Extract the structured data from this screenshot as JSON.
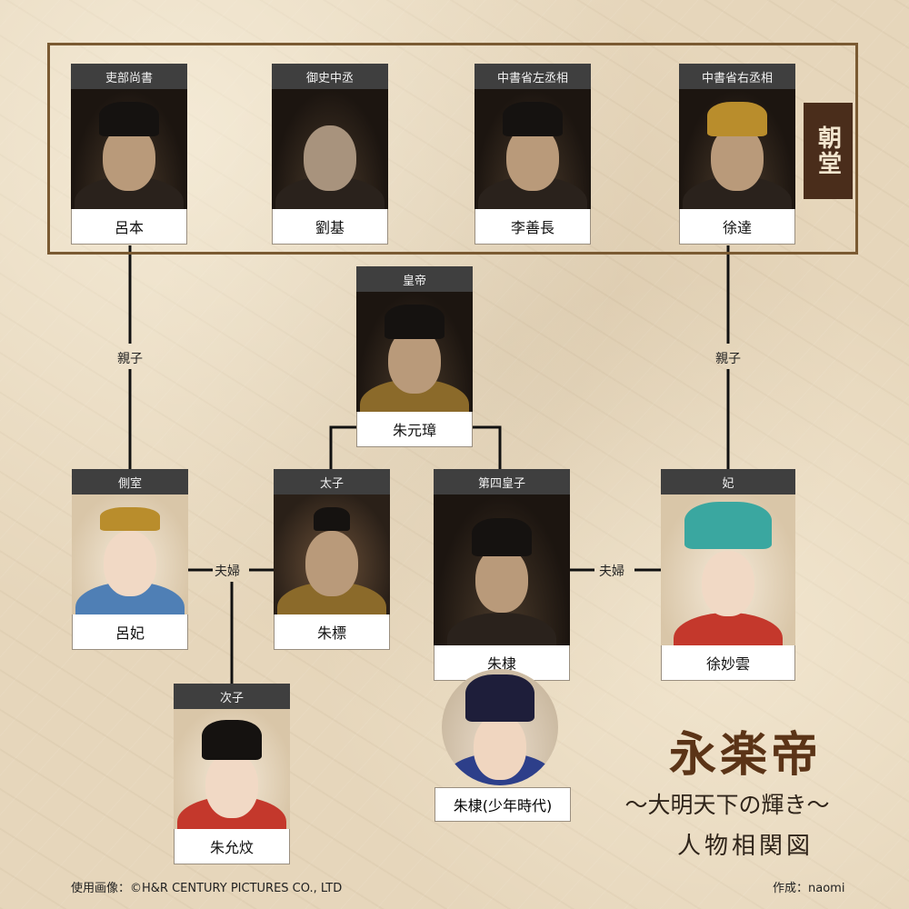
{
  "court_label": "朝堂",
  "court": [
    {
      "role": "吏部尚書",
      "name": "呂本"
    },
    {
      "role": "御史中丞",
      "name": "劉基"
    },
    {
      "role": "中書省左丞相",
      "name": "李善長"
    },
    {
      "role": "中書省右丞相",
      "name": "徐達"
    }
  ],
  "emperor": {
    "role": "皇帝",
    "name": "朱元璋"
  },
  "family": {
    "consort_lu": {
      "role": "側室",
      "name": "呂妃"
    },
    "crown_prince": {
      "role": "太子",
      "name": "朱標"
    },
    "fourth_prince": {
      "role": "第四皇子",
      "name": "朱棣"
    },
    "princess_xu": {
      "role": "妃",
      "name": "徐妙雲"
    },
    "second_son": {
      "role": "次子",
      "name": "朱允炆"
    },
    "young_zhudi": {
      "name": "朱棣(少年時代)"
    }
  },
  "relations": {
    "parent_child_left": "親子",
    "parent_child_right": "親子",
    "spouse_left": "夫婦",
    "spouse_right": "夫婦"
  },
  "title": {
    "main": "永楽帝",
    "sub": "〜大明天下の輝き〜",
    "chart": "人物相関図"
  },
  "credits": {
    "images": "使用画像：©H&R CENTURY PICTURES CO., LTD",
    "author": "作成：naomi"
  },
  "colors": {
    "frame": "#7a5a32",
    "court_label_bg": "#4a2d1b",
    "role_bar": "#3f3f3f",
    "title": "#5b3417"
  }
}
